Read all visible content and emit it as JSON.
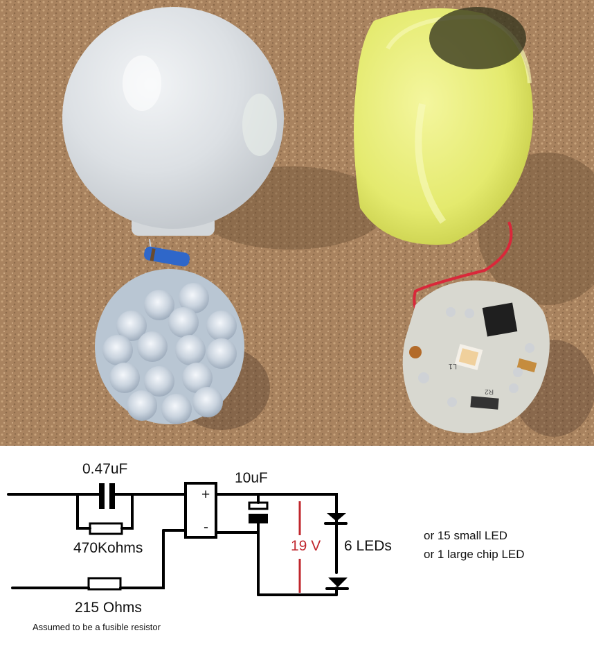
{
  "photo": {
    "description": "Two disassembled LED bulbs on cork surface",
    "left_bulb": {
      "globe": "frosted white globe",
      "board": "LED module with 15 small LEDs",
      "resistor": "blue fusible resistor"
    },
    "right_bulb": {
      "globe": "yellow globe with black marker writing",
      "board": "circular PCB with 1 large chip LED",
      "pcb_labels": [
        "L1",
        "R2"
      ],
      "wire_color": "red"
    },
    "colors": {
      "cork": "#a9835f",
      "white_globe": "#dfe3e6",
      "yellow_globe": "#e6ec7a",
      "pcb": "#d8d8d0",
      "led_module": "#b9c6d3",
      "wire": "#d9283a",
      "resistor": "#2f67c9"
    }
  },
  "schematic": {
    "capacitor_label": "0.47uF",
    "parallel_resistor_label": "470Kohms",
    "series_resistor_label": "215 Ohms",
    "series_resistor_note": "Assumed to be a fusible resistor",
    "rectifier_plus": "+",
    "rectifier_minus": "-",
    "filter_cap_label": "10uF",
    "voltage_label": "19 V",
    "led_label": "6 LEDs",
    "alt_note_1": "or 15 small LED",
    "alt_note_2": "or 1 large chip LED",
    "colors": {
      "wire": "#000000",
      "voltage": "#c0272d",
      "background": "#ffffff"
    }
  }
}
